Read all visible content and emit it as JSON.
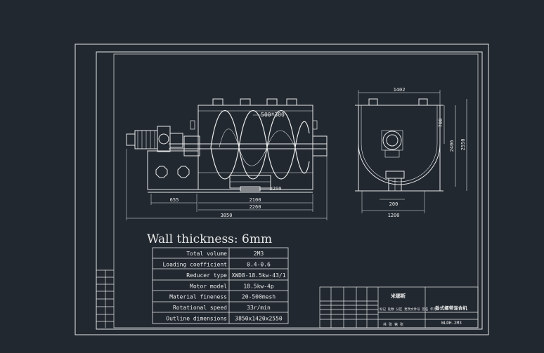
{
  "drawing": {
    "front_view": {
      "port_label": "500*300",
      "shaft_dia_label": "ø200",
      "dims": {
        "d655": "655",
        "d2100": "2100",
        "d2260": "2260",
        "d3850": "3850"
      }
    },
    "side_view": {
      "dims": {
        "d1402": "1402",
        "d700": "700",
        "d2406": "2406",
        "d2550": "2550",
        "d200": "200",
        "d1200": "1200"
      }
    },
    "wall_note": "Wall thickness: 6mm",
    "spec_table": [
      {
        "label": "Total volume",
        "value": "2M3"
      },
      {
        "label": "Loading coefficient",
        "value": "0.4-0.6"
      },
      {
        "label": "Reducer type",
        "value": "XWD8-18.5kw-43/1"
      },
      {
        "label": "Motor model",
        "value": "18.5kw-4p"
      },
      {
        "label": "Material fineness",
        "value": "20-500mesh"
      },
      {
        "label": "Rotational speed",
        "value": "33r/min"
      },
      {
        "label": "Outline dimensions",
        "value": "3850x1420x2550"
      }
    ],
    "title_block": {
      "company": "米娜斯",
      "product_name": "卧式螺带混合机",
      "model": "WLDH-2M3",
      "sign_row": "标记 处数 分区 更改文件号 签名 年月日",
      "footer": "共 张  第 张"
    }
  },
  "colors": {
    "background": "#212830",
    "line": "#e8e8e8"
  }
}
